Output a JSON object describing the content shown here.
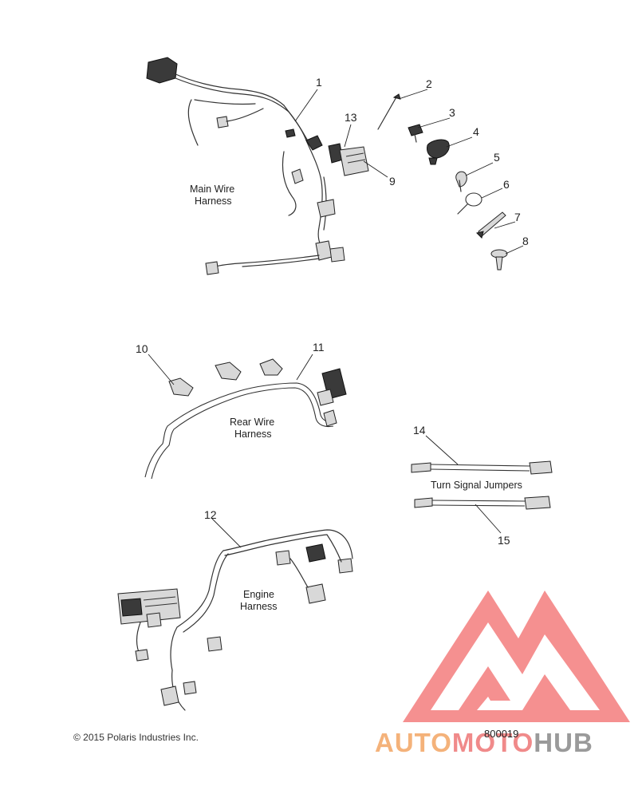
{
  "callouts": [
    {
      "id": "1",
      "text": "1"
    },
    {
      "id": "2",
      "text": "2"
    },
    {
      "id": "3",
      "text": "3"
    },
    {
      "id": "4",
      "text": "4"
    },
    {
      "id": "5",
      "text": "5"
    },
    {
      "id": "6",
      "text": "6"
    },
    {
      "id": "7",
      "text": "7"
    },
    {
      "id": "8",
      "text": "8"
    },
    {
      "id": "9",
      "text": "9"
    },
    {
      "id": "10",
      "text": "10"
    },
    {
      "id": "11",
      "text": "11"
    },
    {
      "id": "12",
      "text": "12"
    },
    {
      "id": "13",
      "text": "13"
    },
    {
      "id": "14",
      "text": "14"
    },
    {
      "id": "15",
      "text": "15"
    }
  ],
  "labels": {
    "main_wire_harness": [
      "Main Wire",
      "Harness"
    ],
    "rear_wire_harness": [
      "Rear Wire",
      "Harness"
    ],
    "engine_harness": [
      "Engine",
      "Harness"
    ],
    "turn_signal_jumpers": "Turn Signal Jumpers"
  },
  "footer": {
    "copyright": "© 2015 Polaris Industries Inc.",
    "drawing_number": "800019"
  },
  "watermark": {
    "part1": "AUTO",
    "part2": "MOTO",
    "part3": "HUB",
    "colors": {
      "logo": "#f26b6b",
      "auto": "#f4b27a",
      "moto": "#f08a8a",
      "hub": "#9a9a9a"
    }
  }
}
